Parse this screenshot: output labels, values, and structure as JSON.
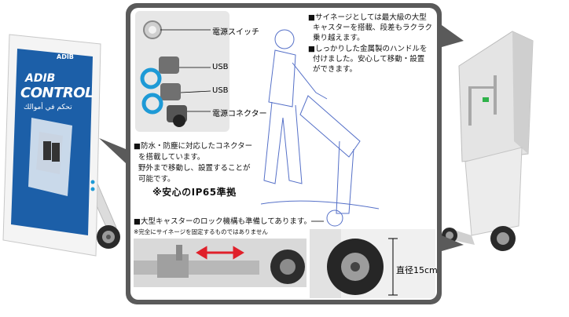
{
  "left_kiosk": {
    "brand": "ADIB",
    "poster_title_1": "ADIB",
    "poster_title_2": "CONTROL",
    "poster_subtitle": "تحكم في أموالك",
    "screen_color": "#1c5fa8"
  },
  "callouts": {
    "power_switch": "電源スイッチ",
    "usb_1": "USB",
    "usb_2": "USB",
    "power_connector": "電源コネクター"
  },
  "caster_text": {
    "line1": "■サイネージとしては最大級の大型",
    "line2": "キャスターを搭載、段差もラクラク",
    "line3": "乗り越えます。"
  },
  "handle_text": {
    "line1": "■しっかりした金属製のハンドルを",
    "line2": "付けました。安心して移動・設置",
    "line3": "ができます。"
  },
  "waterproof_text": {
    "line1": "■防水・防塵に対応したコネクター",
    "line2": "を搭載しています。",
    "line3": "野外まで移動し、設置することが",
    "line4": "可能です。",
    "ip_rating": "※安心のIP65準拠"
  },
  "lock_text": {
    "line1": "■大型キャスターのロック機構も準備してあります。",
    "note": "※完全にサイネージを固定するものではありません"
  },
  "wheel": {
    "diameter_label": "直径15cm"
  },
  "colors": {
    "panel_border": "#5a5a5a",
    "arrow_red": "#e0202a",
    "usb_cap": "#1e9ad6",
    "sketch_blue": "#5570c8"
  },
  "icons": [
    "power-switch-icon",
    "usb-connector-icon",
    "power-connector-icon",
    "red-double-arrow-icon",
    "wheel-icon"
  ]
}
